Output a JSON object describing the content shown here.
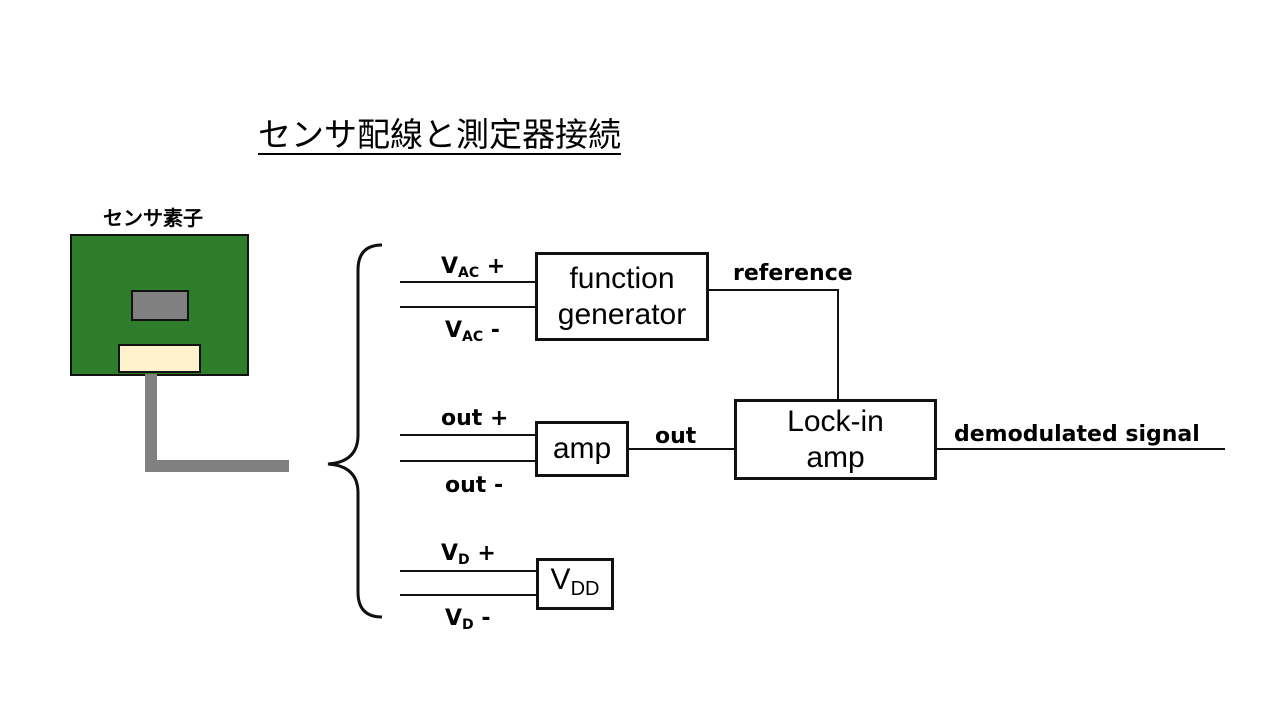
{
  "title": "センサ配線と測定器接続",
  "sensor": {
    "label": "センサ素子"
  },
  "blocks": {
    "function_generator": {
      "line1": "function",
      "line2": "generator"
    },
    "amp": {
      "label": "amp"
    },
    "lockin": {
      "line1": "Lock-in",
      "line2": "amp"
    },
    "vdd": {
      "main": "V",
      "sub": "DD"
    }
  },
  "terminals": {
    "vac_plus": {
      "main": "V",
      "sub": "AC",
      "sign": " +"
    },
    "vac_minus": {
      "main": "V",
      "sub": "AC",
      "sign": " -"
    },
    "out_plus": {
      "text": "out +"
    },
    "out_minus": {
      "text": "out -"
    },
    "vd_plus": {
      "main": "V",
      "sub": "D",
      "sign": " +"
    },
    "vd_minus": {
      "main": "V",
      "sub": "D",
      "sign": " -"
    }
  },
  "signals": {
    "reference": "reference",
    "out": "out",
    "demodulated": "demodulated signal"
  },
  "colors": {
    "board": "#2e7d2a",
    "chip": "#808080",
    "connector": "#fff2cc",
    "cable": "#808080",
    "line": "#111111"
  }
}
